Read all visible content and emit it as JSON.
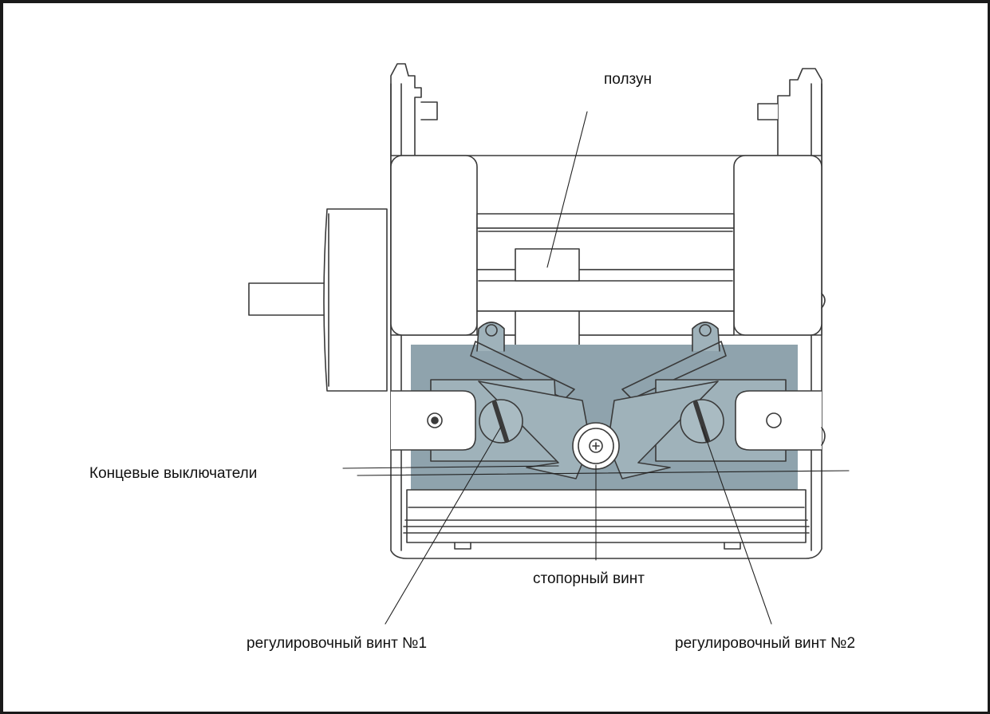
{
  "labels": {
    "slider": "ползун",
    "limit_switches": "Концевые выключатели",
    "stop_screw": "стопорный винт",
    "adj_screw_1": "регулировочный винт №1",
    "adj_screw_2": "регулировочный винт №2"
  },
  "colors": {
    "highlight": "#8fa3ad",
    "line": "#3a3a3a"
  }
}
